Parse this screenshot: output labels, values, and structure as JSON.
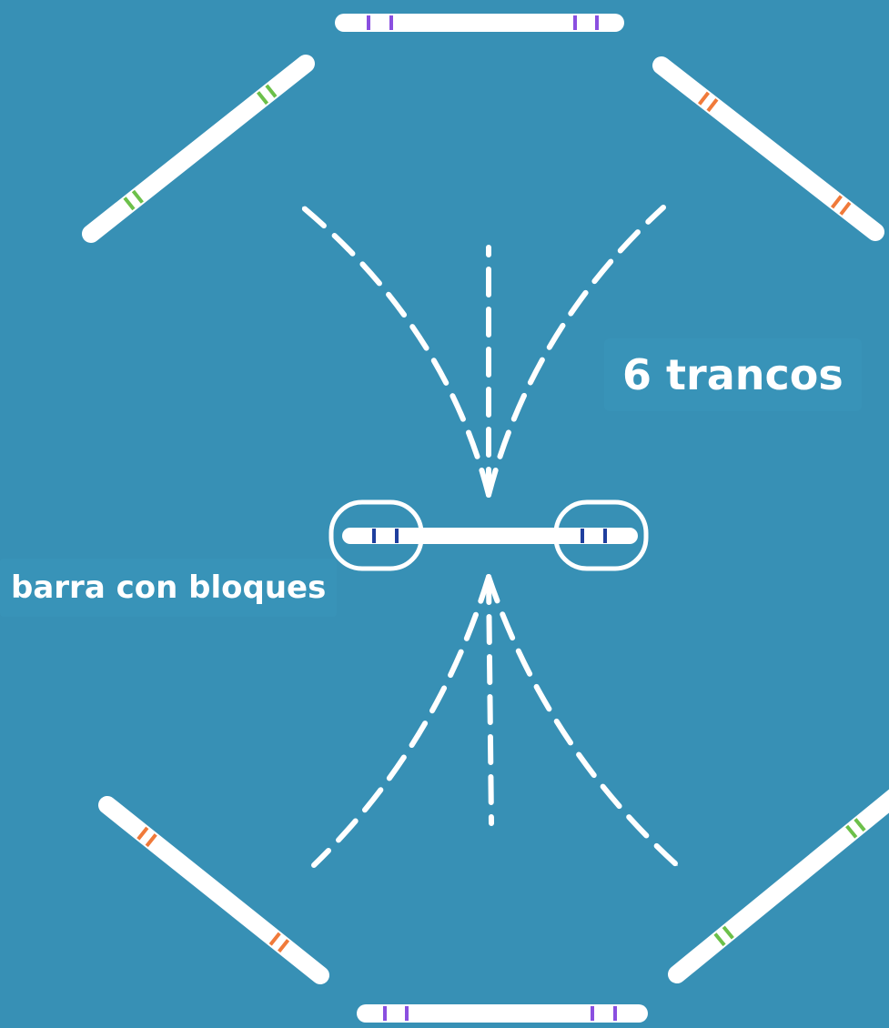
{
  "labels": {
    "strokes": "6 trancos",
    "bar_with_blocks": "barra con bloques"
  },
  "diagram": {
    "center_bar": "bar-with-blocks",
    "stroke_count": 6,
    "stroke_bars": [
      {
        "name": "stroke-bar-top",
        "marker_color": "purple"
      },
      {
        "name": "stroke-bar-top-left",
        "marker_color": "green"
      },
      {
        "name": "stroke-bar-top-right",
        "marker_color": "orange"
      },
      {
        "name": "stroke-bar-bottom-left",
        "marker_color": "orange"
      },
      {
        "name": "stroke-bar-bottom-right",
        "marker_color": "green"
      },
      {
        "name": "stroke-bar-bottom",
        "marker_color": "purple"
      }
    ]
  },
  "colors": {
    "background": "#3790b5",
    "bar": "#ffffff",
    "purple": "#8a4fe0",
    "green": "#6cc04a",
    "orange": "#f07a3a",
    "block": "#1f3f9e"
  }
}
